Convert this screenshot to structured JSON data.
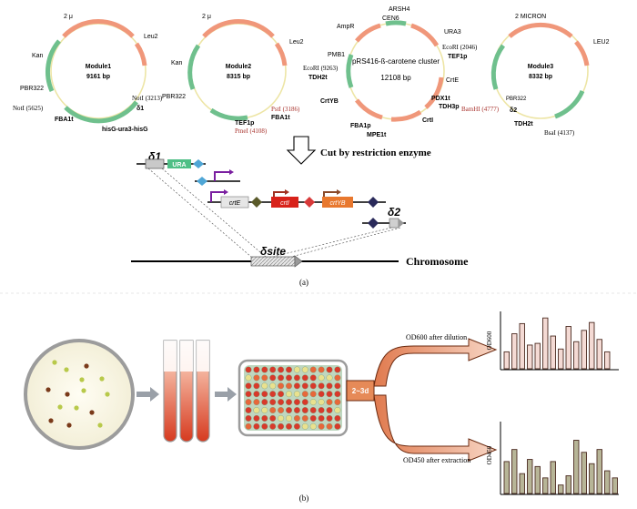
{
  "colors": {
    "orange_arc": "#F0977A",
    "green_arc": "#6FC08D",
    "ring": "#EDE5A5",
    "red_text": "#A8322C",
    "olive_bar": "#B7B597",
    "pink_bar": "#F4DAD4",
    "tube_red": "#D63A1F",
    "plate_bg": "#BFD7C0"
  },
  "panel_a": {
    "caption": "(a)",
    "cut_label": "Cut by restriction enzyme",
    "modules": [
      {
        "name": "Module1",
        "size": "9161 bp",
        "labels": {
          "top": "2 μ",
          "leu": "Leu2",
          "kan": "Kan",
          "pbr": "PBR322",
          "noti_a": "NotI (3213)",
          "delta": "δ1",
          "noti_b": "NotI (5625)",
          "fba": "FBA1t",
          "his": "hisG-ura3-hisG"
        }
      },
      {
        "name": "Module2",
        "size": "8315 bp",
        "labels": {
          "top": "2 μ",
          "leu": "Leu2",
          "kan": "Kan",
          "pbr": "PBR322",
          "psti": "PstI (3186)",
          "fba": "FBA1t",
          "tef": "TEF1p",
          "pmei": "PmeI (4108)"
        }
      },
      {
        "name": "pRS416-ß-carotene cluster",
        "size": "12108 bp",
        "labels": {
          "arsh": "ARSH4",
          "cen": "CEN6",
          "ampr": "AmpR",
          "ura": "URA3",
          "pmb": "PMB1",
          "ecori_a": "EcoRI (2046)",
          "tef": "TEF1p",
          "ecori_b": "EcoRI (9263)",
          "tdh": "TDH2t",
          "crte": "CrtE",
          "crtyb": "CrtYB",
          "pdx": "PDX1t",
          "tdh3p": "TDH3p",
          "crti": "CrtI",
          "fba": "FBA1p",
          "mpe": "MPE1t"
        }
      },
      {
        "name": "Module3",
        "size": "8332 bp",
        "labels": {
          "top": "2 MICRON",
          "leu": "LEU2",
          "pbr": "PBR322",
          "bamhi": "BamHI (4777)",
          "delta": "δ2",
          "tdh": "TDH2t",
          "bsai": "BsaI (4137)"
        }
      }
    ],
    "construct": {
      "delta1": "δ1",
      "ura": "URA",
      "crte": "crtE",
      "crti": "crtI",
      "crtyb": "crtYB",
      "delta2": "δ2",
      "site": "δsite",
      "chromosome": "Chromosome"
    }
  },
  "panel_b": {
    "caption": "(b)",
    "time_label": "2~3d",
    "top_arrow_label": "OD600 after dilution",
    "bottom_arrow_label": "OD450 after extraction",
    "top_axis": "OD600",
    "bottom_axis": "OD450",
    "top_bars": [
      0.3,
      0.62,
      0.8,
      0.42,
      0.45,
      0.9,
      0.58,
      0.35,
      0.75,
      0.48,
      0.68,
      0.82,
      0.52,
      0.3
    ],
    "bottom_bars": [
      0.45,
      0.62,
      0.28,
      0.48,
      0.38,
      0.22,
      0.45,
      0.12,
      0.25,
      0.75,
      0.58,
      0.42,
      0.62,
      0.32,
      0.22
    ],
    "well_rows": 8,
    "well_cols": 12
  }
}
